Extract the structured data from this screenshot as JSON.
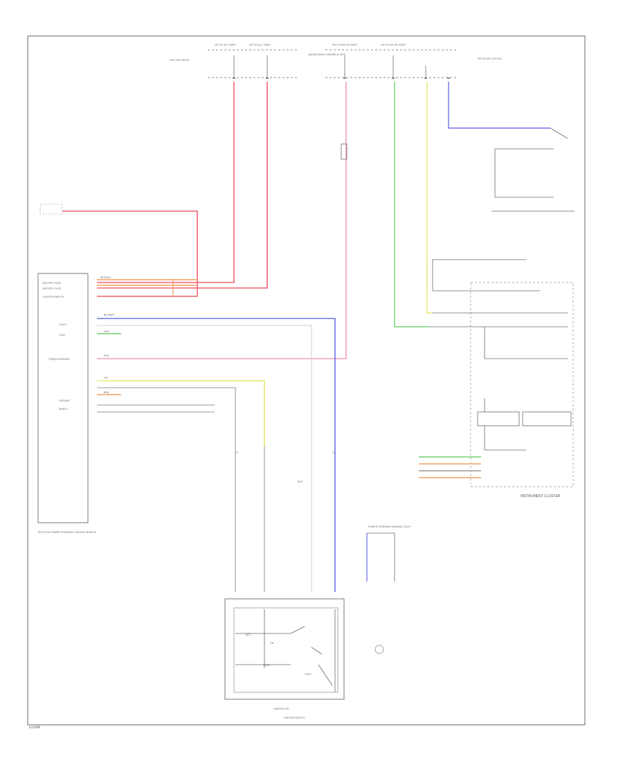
{
  "page_code": "ccc3d4",
  "fuse_labels": {
    "hot_run_1": "HOT AT ALL TIMES",
    "hot_run_2": "HOT AT ALL TIMES",
    "hot_run_3": "HOT IN ON OR START",
    "hot_run_4": "HOT IN ON OR START",
    "ign_lock_relay": "IGN LOCK RELAY",
    "hot_acc_run": "HOT IN ACC OR RUN"
  },
  "connectors": {
    "c1": "C1",
    "c2": "C2"
  },
  "module_left": {
    "caption": "ELECTRIC POWER STEERING CONTROL MODULE",
    "pin_battery_1": "BATTERY FUSE",
    "pin_battery_2": "BATTERY FUSE",
    "pin_ignition": "IGNITION SWITCH",
    "pin_can_h": "CAN H",
    "pin_can_l": "CAN L",
    "pin_ground": "GROUND",
    "pin_torque": "TORQUE SENSOR",
    "pin_shield": "SHIELD"
  },
  "wire_colors": {
    "red_blk": "RED/BLK",
    "blu_wht": "BLU/WHT",
    "yel": "YEL",
    "grn": "GRN",
    "brn": "BRN",
    "pnk": "PNK",
    "wht": "WHT"
  },
  "fuse_box_caption": "UNDER-DASH FUSE/RELAY BOX",
  "right_module_caption": "INSTRUMENT CLUSTER",
  "mid_caption": "POWER STEERING WARNING LIGHT",
  "switch_caption_1": "IGNITION SW",
  "switch_caption_2": "IGNITION SWITCH",
  "combo_labels": {
    "acc": "ACC",
    "on": "ON",
    "start": "START",
    "lock": "LOCK"
  },
  "colors": {
    "red": "#f06070",
    "pink": "#f0a0b0",
    "orange": "#f0a060",
    "blue": "#7070e8",
    "green": "#70d070",
    "yellow": "#e8e870",
    "gray": "#9a9a9a",
    "frame": "#666666"
  }
}
